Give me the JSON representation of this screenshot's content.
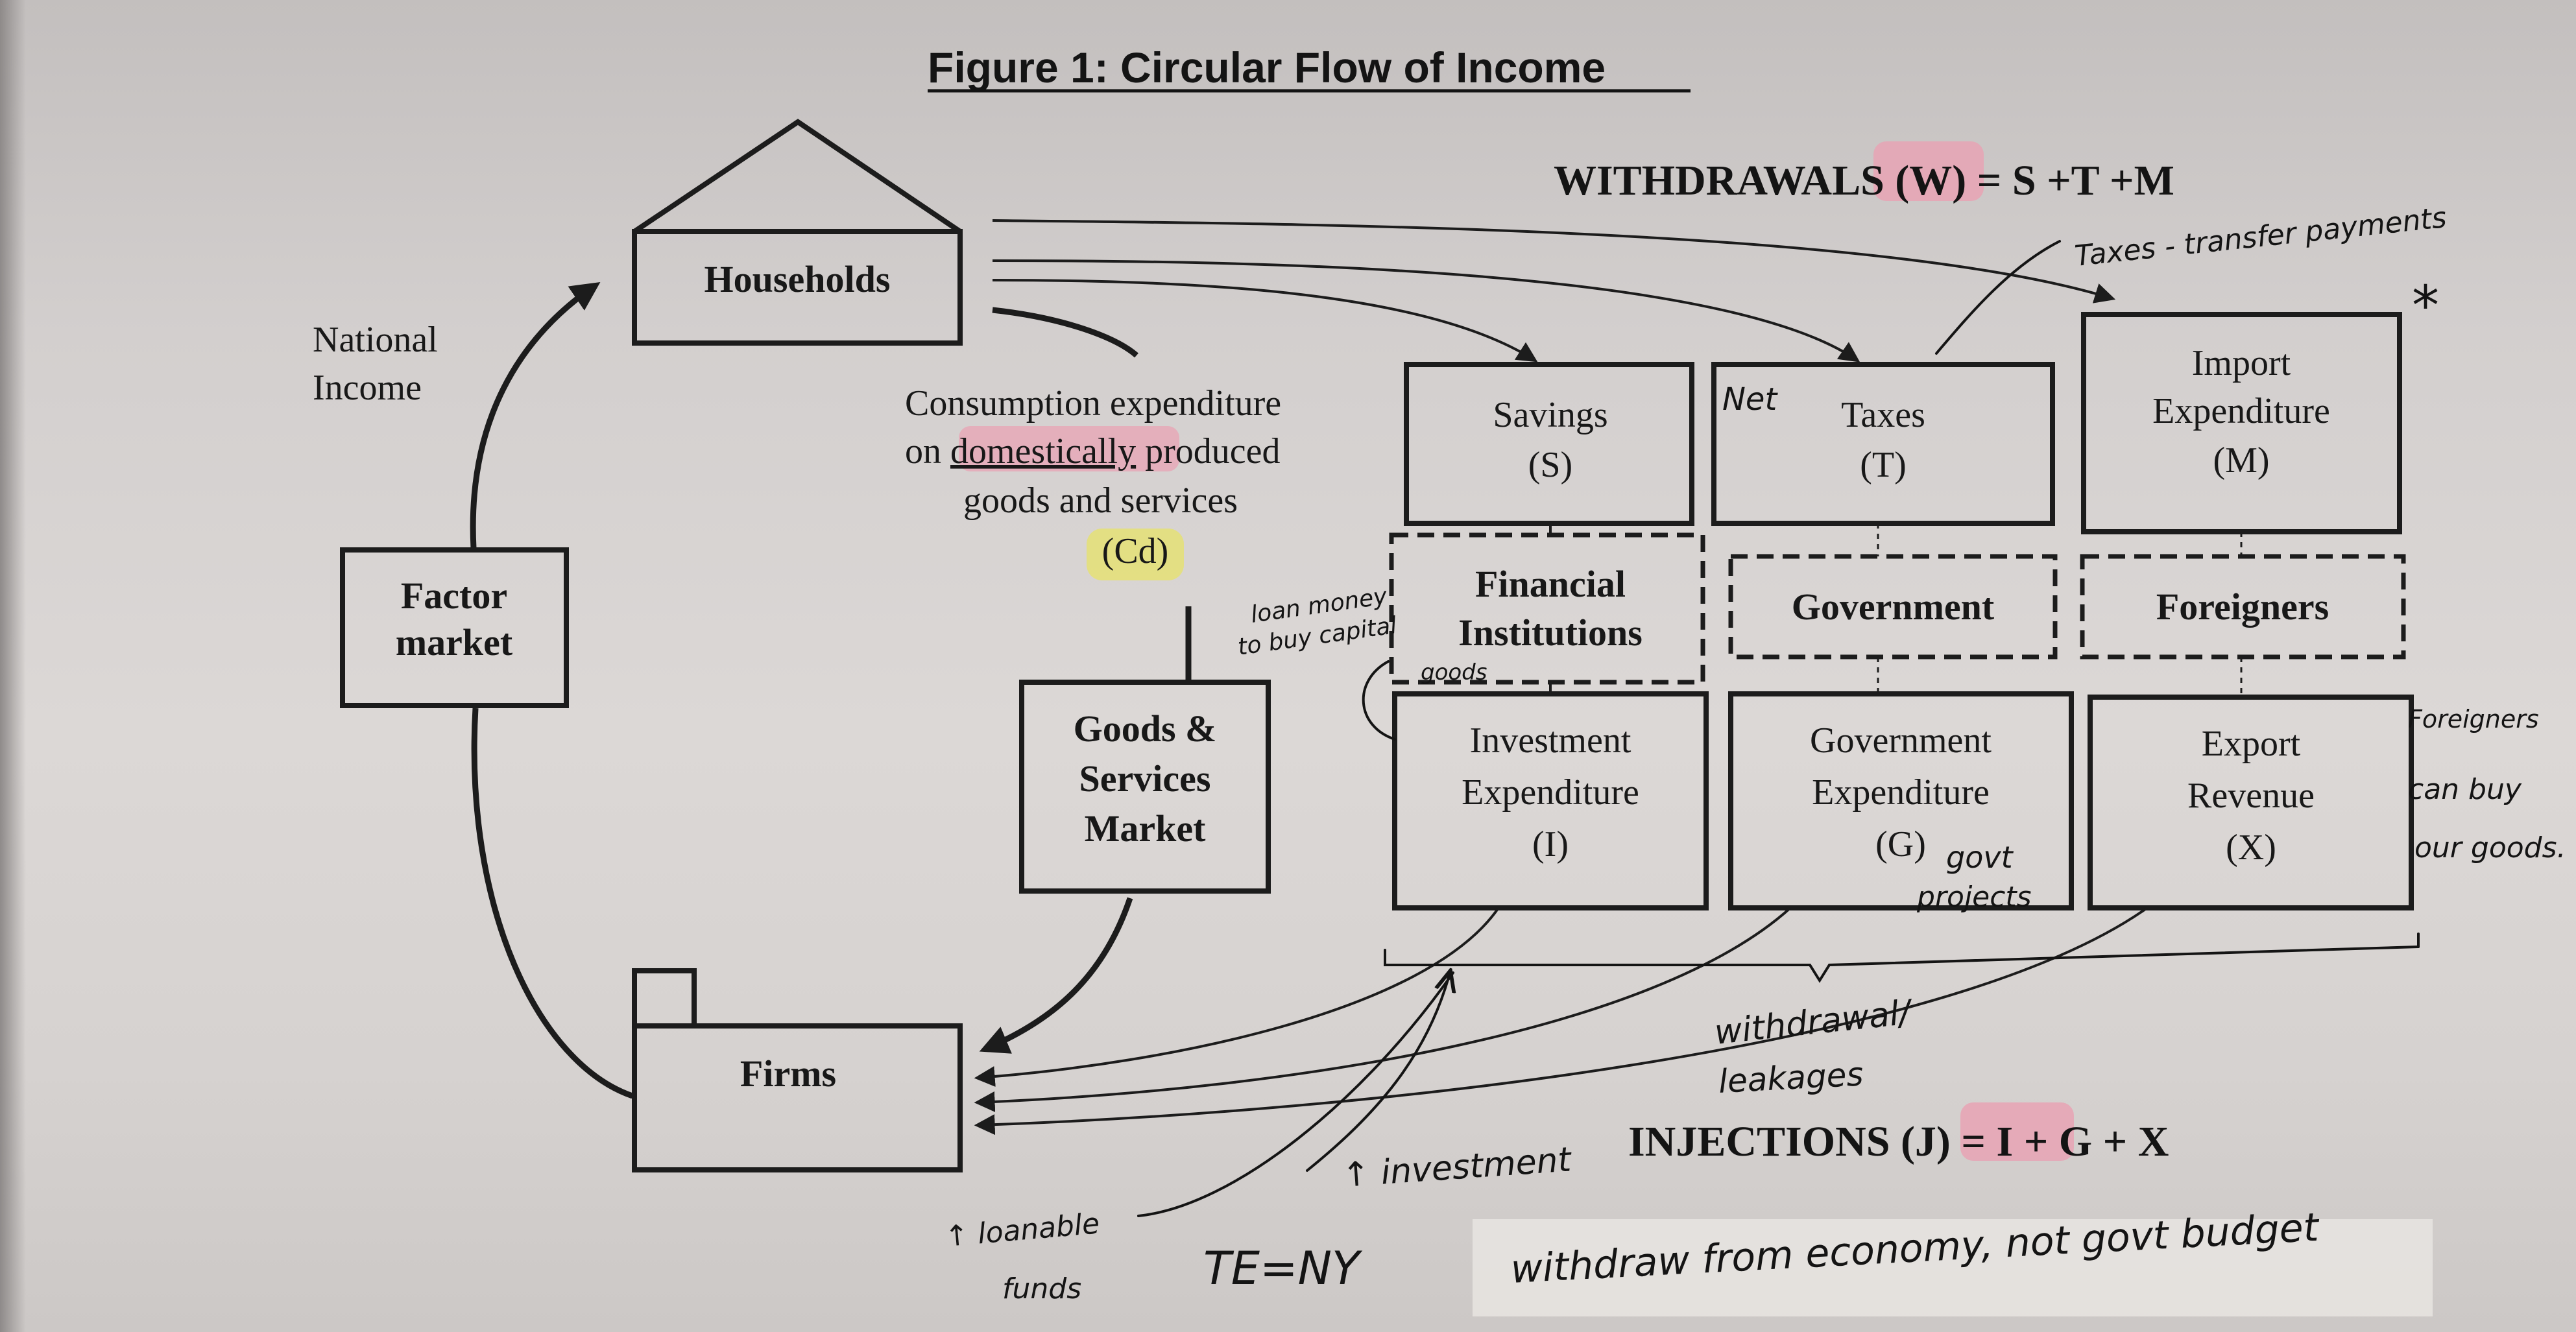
{
  "title": "Figure 1: Circular Flow of Income",
  "withdrawals_label": "WITHDRAWALS (W) = S +T +M",
  "injections_label": "INJECTIONS (J) = I + G + X",
  "households": "Households",
  "firms": "Firms",
  "factor_market": {
    "line1": "Factor",
    "line2": "market"
  },
  "national_income": {
    "line1": "National",
    "line2": "Income"
  },
  "consumption": {
    "line1": "Consumption expenditure",
    "line2_prefix": "on ",
    "line2_underlined": "domestically",
    "line2_suffix": " produced",
    "line3": "goods and services",
    "line4": "(Cd)"
  },
  "goods_services_market": {
    "line1": "Goods &",
    "line2": "Services",
    "line3": "Market"
  },
  "withdrawal_boxes": [
    {
      "line1": "Savings",
      "line2": "(S)"
    },
    {
      "line1": "Taxes",
      "line2": "(T)"
    },
    {
      "line1": "Import",
      "line2": "Expenditure",
      "line3": "(M)"
    }
  ],
  "institutions": [
    {
      "line1": "Financial",
      "line2": "Institutions"
    },
    {
      "line1": "Government"
    },
    {
      "line1": "Foreigners"
    }
  ],
  "injection_boxes": [
    {
      "line1": "Investment",
      "line2": "Expenditure",
      "line3": "(I)"
    },
    {
      "line1": "Government",
      "line2": "Expenditure",
      "line3": "(G)"
    },
    {
      "line1": "Export",
      "line2": "Revenue",
      "line3": "(X)"
    }
  ],
  "handwritten": {
    "taxes_note": "Taxes - transfer payments",
    "asterisk": "*",
    "net": "Net",
    "loan_note": {
      "line1": "loan money",
      "line2": "to buy capital",
      "line3": "goods"
    },
    "govt_note": {
      "line1": "govt",
      "line2": "projects"
    },
    "foreign_note": {
      "line1": "Foreigners",
      "line2": "can buy",
      "line3": "our goods."
    },
    "withdrawal_note": {
      "line1": "withdrawal/",
      "line2": "leakages"
    },
    "investment_note": "↑ investment",
    "loanable_note": {
      "line1": "↑ loanable",
      "line2": "funds"
    },
    "te_ny": "TE=NY",
    "bottom_note": "withdraw from economy, not govt budget"
  },
  "colors": {
    "highlight_pink": "#e8a3b4",
    "highlight_yellow": "#e4e07a",
    "ink": "#141414"
  }
}
